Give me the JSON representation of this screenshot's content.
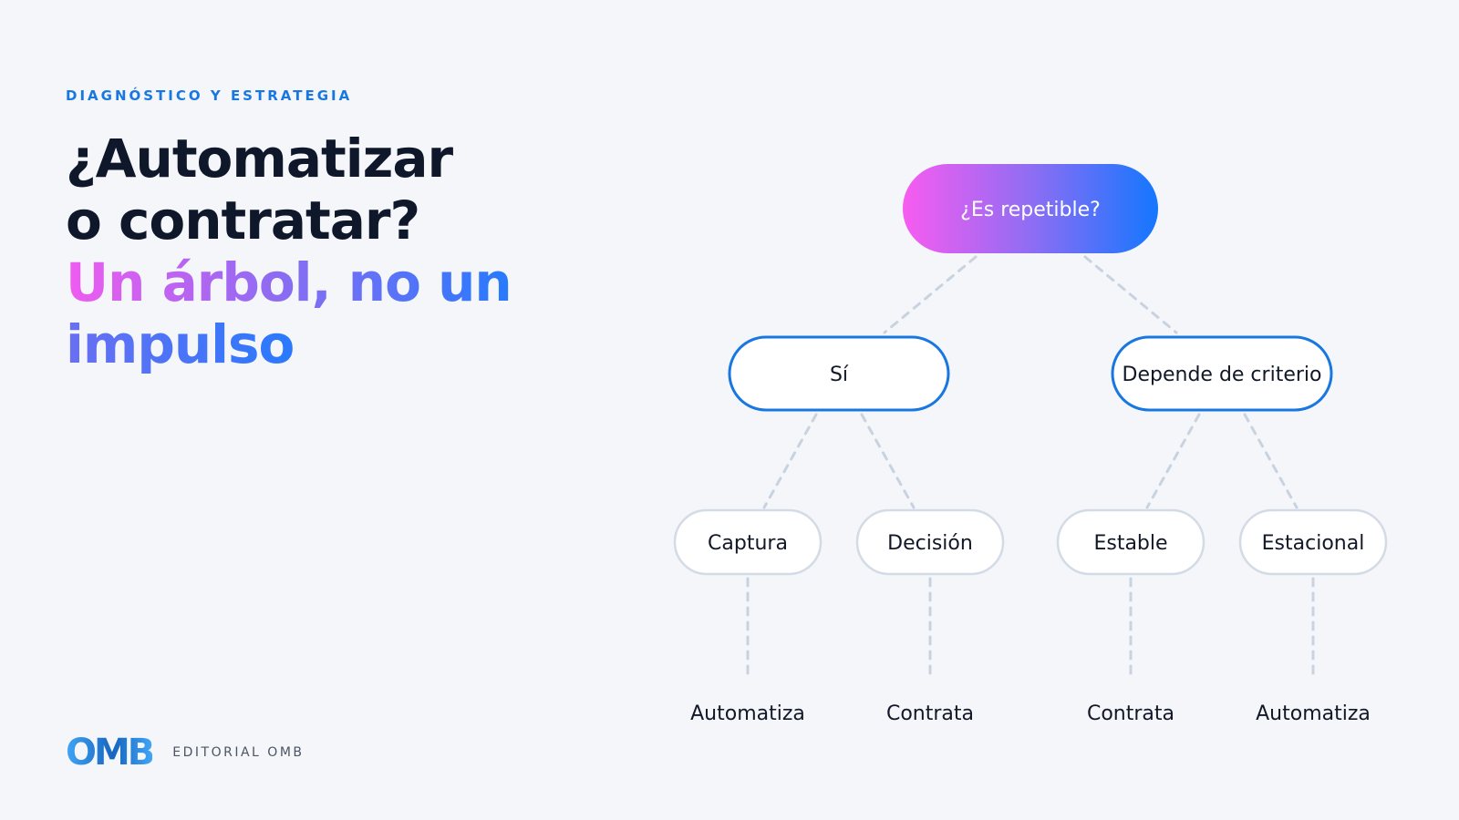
{
  "header": {
    "eyebrow": "DIAGNÓSTICO Y ESTRATEGIA",
    "title_line1": "¿Automatizar",
    "title_line2": "o contratar?",
    "title_line3": "Un árbol, no un",
    "title_line4": "impulso"
  },
  "tree": {
    "root": "¿Es repetible?",
    "branches": [
      {
        "label": "Sí",
        "children": [
          {
            "label": "Captura",
            "outcome": "Automatiza"
          },
          {
            "label": "Decisión",
            "outcome": "Contrata"
          }
        ]
      },
      {
        "label": "Depende de criterio",
        "children": [
          {
            "label": "Estable",
            "outcome": "Contrata"
          },
          {
            "label": "Estacional",
            "outcome": "Automatiza"
          }
        ]
      }
    ]
  },
  "footer": {
    "logo": "OMB",
    "brand": "EDITORIAL OMB"
  },
  "colors": {
    "accent": "#1877e0",
    "gradient_start": "#f15bf0",
    "gradient_end": "#1a7cff",
    "connector": "#c9d3e0",
    "node_border_blue": "#1877e0",
    "node_border_gray": "#d3dbe6"
  }
}
